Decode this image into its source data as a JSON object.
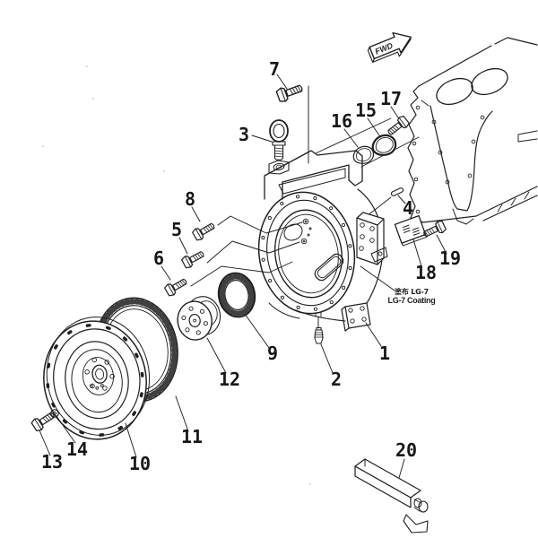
{
  "figure": {
    "background": "#ffffff",
    "ink": "#1f1f1f",
    "fwd_label": "FWD",
    "coating_note": {
      "jp": "塗布 LG-7",
      "en": "LG-7 Coating"
    },
    "callouts": [
      "1",
      "2",
      "3",
      "4",
      "5",
      "6",
      "7",
      "8",
      "9",
      "10",
      "11",
      "12",
      "13",
      "14",
      "15",
      "16",
      "17",
      "18",
      "19",
      "20"
    ]
  }
}
